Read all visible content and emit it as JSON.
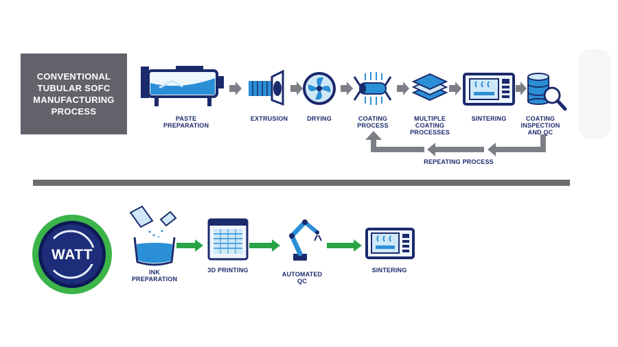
{
  "conventional": {
    "title": "CONVENTIONAL\nTUBULAR SOFC\nMANUFACTURING\nPROCESS",
    "steps": [
      {
        "label": "PASTE\nPREPARATION",
        "icon": "mixer-tank-icon"
      },
      {
        "label": "EXTRUSION",
        "icon": "extruder-icon"
      },
      {
        "label": "DRYING",
        "icon": "fan-icon"
      },
      {
        "label": "COATING\nPROCESS",
        "icon": "coating-tube-icon"
      },
      {
        "label": "MULTIPLE\nCOATING\nPROCESSES",
        "icon": "layers-icon"
      },
      {
        "label": "SINTERING",
        "icon": "kiln-oven-icon"
      },
      {
        "label": "COATING\nINSPECTION\nAND QC",
        "icon": "database-magnifier-icon"
      }
    ],
    "loop_label": "REPEATING PROCESS"
  },
  "watt": {
    "logo_text": "WATT",
    "steps": [
      {
        "label": "INK\nPREPARATION",
        "icon": "pouring-ink-icon"
      },
      {
        "label": "3D PRINTING",
        "icon": "3d-printer-icon"
      },
      {
        "label": "AUTOMATED\nQC",
        "icon": "robot-arm-icon"
      },
      {
        "label": "SINTERING",
        "icon": "kiln-oven-icon"
      }
    ]
  },
  "colors": {
    "navy": "#1b2a6b",
    "blue": "#2b8fd6",
    "light_blue": "#cfe8f8",
    "grey_arrow": "#7c7f86",
    "green_arrow": "#2aa347",
    "title_bg": "#62636a",
    "logo_ring": "#3cb44a",
    "logo_inner": "#1d2d7a"
  }
}
